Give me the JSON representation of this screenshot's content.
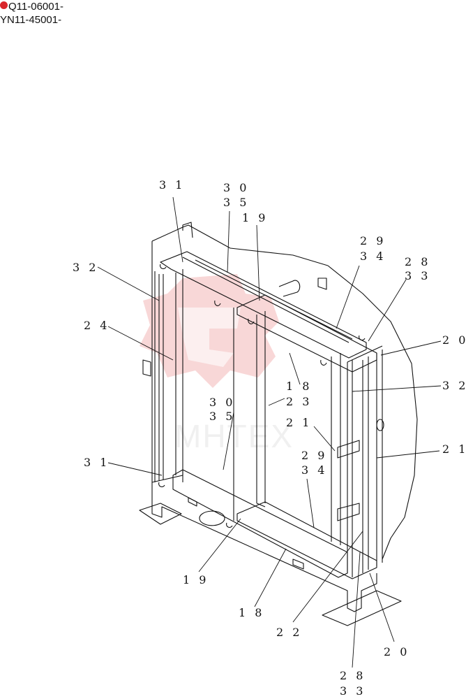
{
  "header": {
    "line1": "Q11-06001-",
    "line2": "YN11-45001-"
  },
  "watermark": {
    "text": "MHTEX",
    "color": "#f2b3b3"
  },
  "callouts": [
    {
      "id": "c31-top",
      "text": "3 1"
    },
    {
      "id": "c30-top",
      "text": "3 0"
    },
    {
      "id": "c35-top",
      "text": "3 5"
    },
    {
      "id": "c19-top",
      "text": "1 9"
    },
    {
      "id": "c32-left",
      "text": "3 2"
    },
    {
      "id": "c29-top",
      "text": "2 9"
    },
    {
      "id": "c34-top",
      "text": "3 4"
    },
    {
      "id": "c28-top",
      "text": "2 8"
    },
    {
      "id": "c33-top",
      "text": "3 3"
    },
    {
      "id": "c24",
      "text": "2 4"
    },
    {
      "id": "c20-top",
      "text": "2 0"
    },
    {
      "id": "c18-mid",
      "text": "1 8"
    },
    {
      "id": "c23",
      "text": "2 3"
    },
    {
      "id": "c32-right",
      "text": "3 2"
    },
    {
      "id": "c30-mid",
      "text": "3 0"
    },
    {
      "id": "c35-mid",
      "text": "3 5"
    },
    {
      "id": "c21-mid",
      "text": "2 1"
    },
    {
      "id": "c21-right",
      "text": "2 1"
    },
    {
      "id": "c29-mid",
      "text": "2 9"
    },
    {
      "id": "c34-mid",
      "text": "3 4"
    },
    {
      "id": "c31-mid",
      "text": "3 1"
    },
    {
      "id": "c19-bot",
      "text": "1 9"
    },
    {
      "id": "c18-bot",
      "text": "1 8"
    },
    {
      "id": "c22",
      "text": "2 2"
    },
    {
      "id": "c20-bot",
      "text": "2 0"
    },
    {
      "id": "c28-bot",
      "text": "2 8"
    },
    {
      "id": "c33-bot",
      "text": "3 3"
    }
  ]
}
